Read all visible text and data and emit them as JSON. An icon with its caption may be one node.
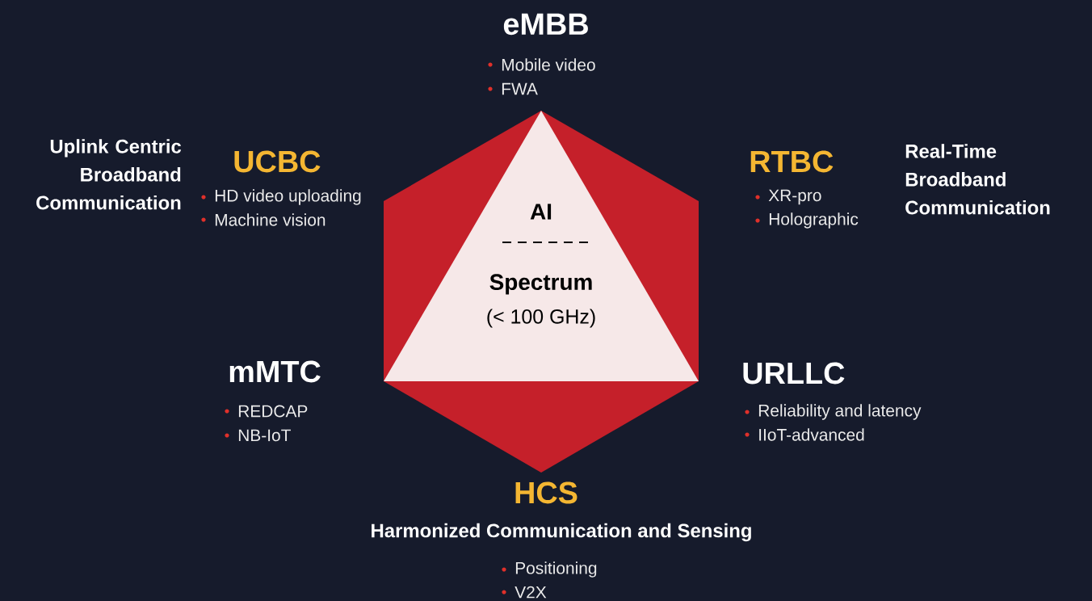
{
  "diagram": {
    "nodes": [
      {
        "text": [],
        "shape": "hexagon"
      },
      {
        "text": [
          "AI",
          "Spectrum",
          "(< 100 GHz)"
        ],
        "in": 0
      }
    ],
    "edges": [],
    "labels": [
      "eMBB",
      "Mobile video",
      "FWA",
      "Uplink Centric Broadband Communication",
      "UCBC",
      "HD video uploading",
      "Machine vision",
      "RTBC",
      "Real-Time Broadband Communication",
      "XR-pro",
      "Holographic",
      "mMTC",
      "REDCAP",
      "NB-IoT",
      "URLLC",
      "Reliability and latency",
      "IIoT-advanced",
      "HCS",
      "Harmonized Communication and Sensing",
      "Positioning",
      "V2X"
    ]
  }
}
